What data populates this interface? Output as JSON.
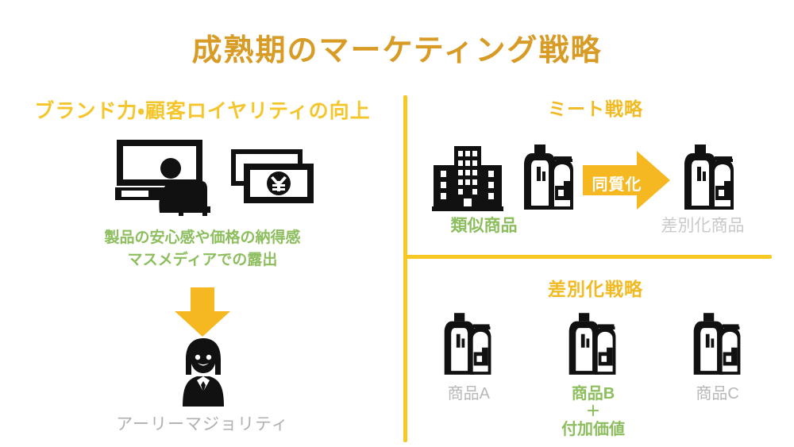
{
  "title": "成熟期のマーケティング戦略",
  "colors": {
    "title": "#D79B26",
    "heading_yellow": "#F2BA22",
    "divider_yellow": "#F7C723",
    "arrow_yellow": "#F5B820",
    "green": "#8DBE5E",
    "gray": "#B8B8B8",
    "icon_black": "#111111",
    "background": "#FFFFFF"
  },
  "left_panel": {
    "heading": "ブランド力・顧客ロイヤリティの向上",
    "icons": [
      {
        "name": "tv-viewer-icon",
        "label": "テレビ視聴"
      },
      {
        "name": "yen-banknote-icon",
        "label": "紙幣"
      }
    ],
    "caption_line1": "製品の安心感や価格の納得感",
    "caption_line2": "マスメディアでの露出",
    "arrow": {
      "name": "down-arrow",
      "direction": "down",
      "color": "#F5B820"
    },
    "result_icon": "person-avatar-icon",
    "result_label": "アーリーマジョリティ"
  },
  "meet_panel": {
    "heading": "ミート戦略",
    "company_icon": "office-building-icon",
    "source_product_icon": "bottles-icon",
    "source_label": "類似商品",
    "arrow_label": "同質化",
    "arrow_direction": "right",
    "target_product_icon": "bottles-icon",
    "target_label": "差別化商品"
  },
  "differentiation_panel": {
    "heading": "差別化戦略",
    "products": [
      {
        "icon": "bottles-icon",
        "label": "商品A",
        "highlight": false,
        "plus": "",
        "extra": ""
      },
      {
        "icon": "bottles-icon",
        "label": "商品B",
        "highlight": true,
        "plus": "＋",
        "extra": "付加価値"
      },
      {
        "icon": "bottles-icon",
        "label": "商品C",
        "highlight": false,
        "plus": "",
        "extra": ""
      }
    ]
  }
}
